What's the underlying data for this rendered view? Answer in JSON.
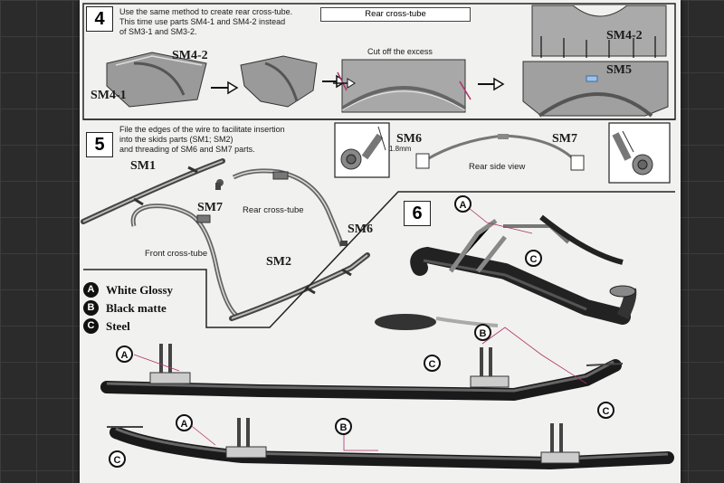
{
  "steps": {
    "s4": {
      "number": "4",
      "instruction_lines": [
        "Use the same method to create rear cross-tube.",
        "This time use  parts SM4-1 and SM4-2 instead",
        "of SM3-1 and SM3-2."
      ],
      "title": "Rear cross-tube",
      "parts": {
        "sm4_2_a": "SM4-2",
        "sm4_1": "SM4-1",
        "sm4_2_b": "SM4-2",
        "sm5": "SM5"
      },
      "cut_label": "Cut off the excess"
    },
    "s5": {
      "number": "5",
      "instruction_lines": [
        "File the edges of the wire to facilitate insertion",
        "into the skids parts (SM1; SM2)",
        "and threading of SM6 and SM7 parts."
      ],
      "parts": {
        "sm1": "SM1",
        "sm7_a": "SM7",
        "sm6_a": "SM6",
        "sm2": "SM2",
        "sm6_b": "SM6",
        "sm7_b": "SM7"
      },
      "labels": {
        "rear_tube": "Rear cross-tube",
        "front_tube": "Front cross-tube",
        "dimension": "1.8mm",
        "rear_side_view": "Rear side view"
      }
    },
    "s6": {
      "number": "6"
    }
  },
  "legend": [
    {
      "letter": "A",
      "text": "White Glossy"
    },
    {
      "letter": "B",
      "text": "Black matte"
    },
    {
      "letter": "C",
      "text": "Steel"
    }
  ],
  "callouts": {
    "a": "A",
    "b": "B",
    "c": "C"
  },
  "colors": {
    "paper": "#f1f1ef",
    "ink": "#1a1a1a",
    "leader": "#b0306a",
    "part_gray": "#8a8a8a"
  }
}
